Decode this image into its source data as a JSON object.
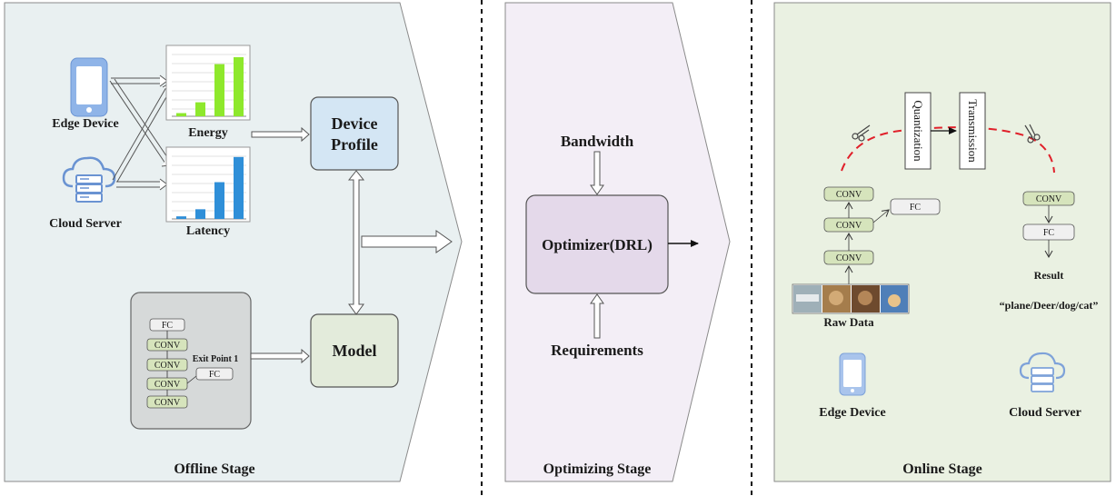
{
  "offline": {
    "stage_label": "Offline Stage",
    "edge_device": "Edge Device",
    "cloud_server": "Cloud Server",
    "energy_label": "Energy",
    "latency_label": "Latency",
    "device_profile_line1": "Device",
    "device_profile_line2": "Profile",
    "model_label": "Model",
    "exit_point": "Exit Point 1",
    "fc_top": "FC",
    "fc_side": "FC",
    "conv": "CONV",
    "energy_bars": [
      0.05,
      0.22,
      0.82,
      0.93
    ],
    "latency_bars": [
      0.04,
      0.15,
      0.57,
      0.96
    ]
  },
  "optimizing": {
    "stage_label": "Optimizing Stage",
    "bandwidth": "Bandwidth",
    "optimizer": "Optimizer(DRL)",
    "requirements": "Requirements"
  },
  "online": {
    "stage_label": "Online Stage",
    "quantization": "Quantization",
    "transmission": "Transmission",
    "conv": "CONV",
    "fc": "FC",
    "raw_data": "Raw Data",
    "result_label": "Result",
    "result_value": "“plane/Deer/dog/cat”",
    "edge_device": "Edge Device",
    "cloud_server": "Cloud Server"
  },
  "colors": {
    "energy_bar": "#8ee82c",
    "latency_bar": "#2f8fd8",
    "device_icon": "#8fb4e8",
    "conv_fill": "#d6e4bc",
    "profile_fill": "#d4e6f4",
    "model_fill": "#e3ebdb",
    "optimizer_fill": "#e4d9ea",
    "scissor_line": "#e0202a"
  }
}
